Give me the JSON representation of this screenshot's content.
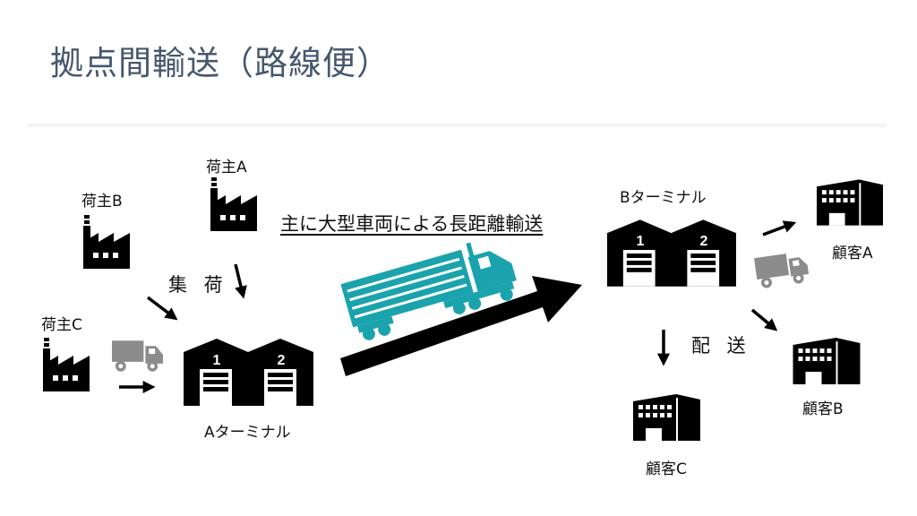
{
  "title": "拠点間輸送（路線便）",
  "shippers": [
    "荷主A",
    "荷主B",
    "荷主C"
  ],
  "collect_label": "集 荷",
  "main_label": "主に大型車両による長距離輸送",
  "terminal_a": {
    "label": "Aターミナル",
    "doors": [
      "1",
      "2"
    ]
  },
  "terminal_b": {
    "label": "Bターミナル",
    "doors": [
      "1",
      "2"
    ]
  },
  "deliver_label": "配 送",
  "customers": [
    "顧客A",
    "顧客B",
    "顧客C"
  ],
  "colors": {
    "title": "#46586e",
    "truck_main": "#1aa3ad",
    "truck_small": "#8c8c8c",
    "icon": "#000000"
  }
}
